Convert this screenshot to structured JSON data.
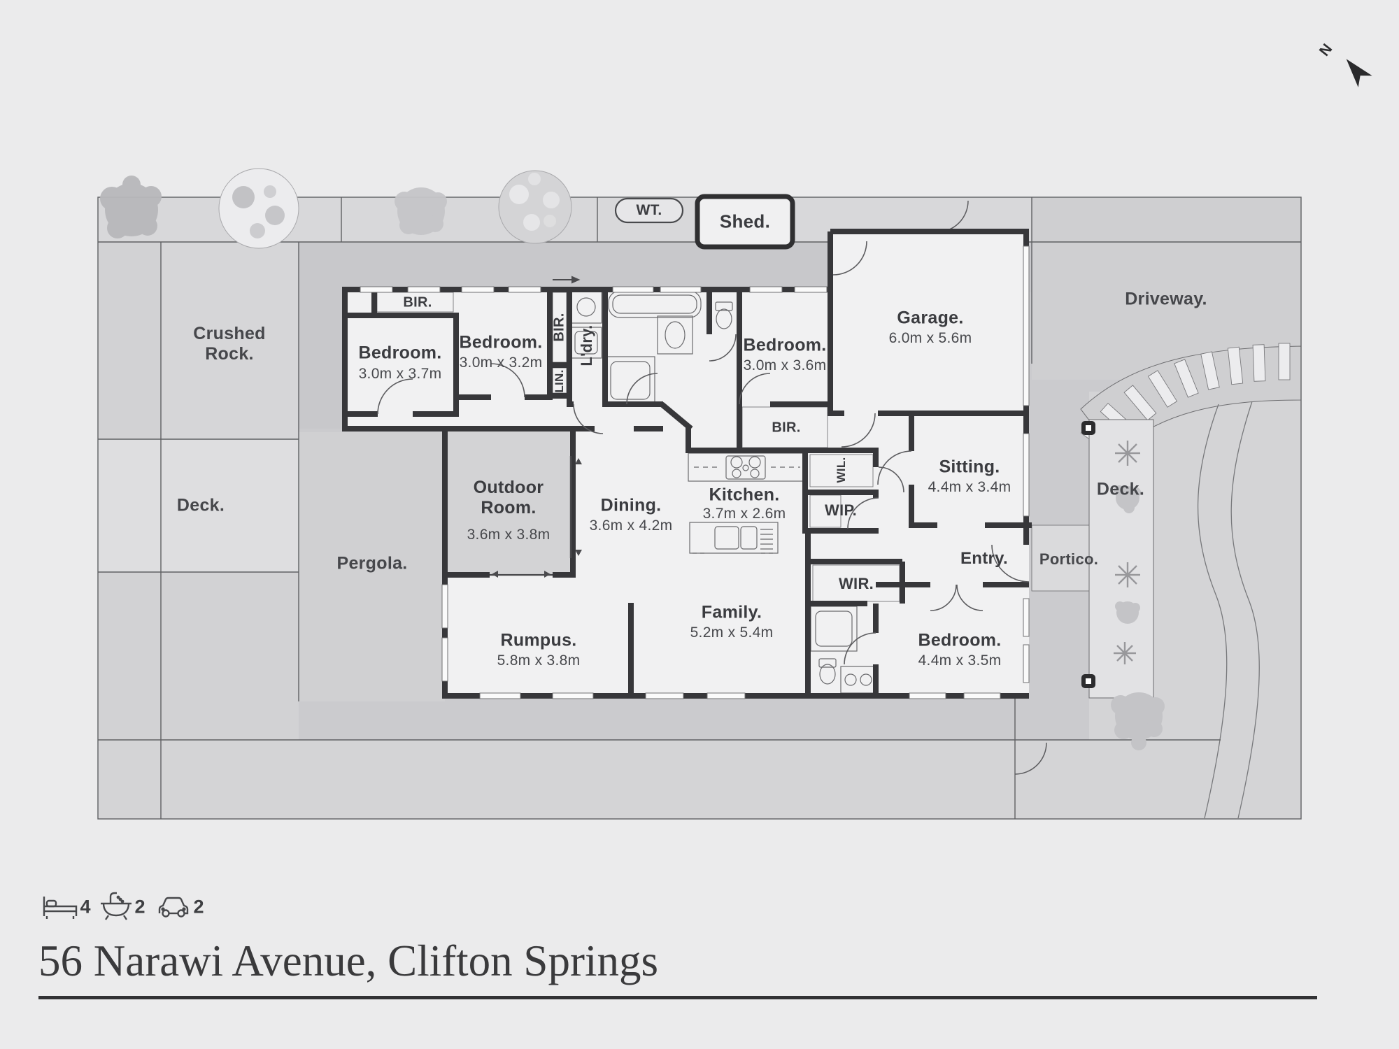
{
  "title": "56 Narawi Avenue, Clifton Springs",
  "compass": {
    "label": "N"
  },
  "summary": {
    "beds": "4",
    "baths": "2",
    "cars": "2"
  },
  "site": {
    "crushed_rock": "Crushed Rock.",
    "deck_left": "Deck.",
    "pergola": "Pergola.",
    "water_tank": "WT.",
    "shed": "Shed.",
    "driveway": "Driveway.",
    "deck_right": "Deck.",
    "portico": "Portico."
  },
  "rooms": {
    "bedroom1": {
      "name": "Bedroom.",
      "dims": "3.0m x 3.7m"
    },
    "bedroom2": {
      "name": "Bedroom.",
      "dims": "3.0m x 3.2m"
    },
    "bedroom3": {
      "name": "Bedroom.",
      "dims": "3.0m x 3.6m"
    },
    "bedroom4": {
      "name": "Bedroom.",
      "dims": "4.4m x 3.5m"
    },
    "garage": {
      "name": "Garage.",
      "dims": "6.0m x 5.6m"
    },
    "sitting": {
      "name": "Sitting.",
      "dims": "4.4m x 3.4m"
    },
    "kitchen": {
      "name": "Kitchen.",
      "dims": "3.7m x 2.6m"
    },
    "dining": {
      "name": "Dining.",
      "dims": "3.6m x 4.2m"
    },
    "family": {
      "name": "Family.",
      "dims": "5.2m x 5.4m"
    },
    "rumpus": {
      "name": "Rumpus.",
      "dims": "5.8m x 3.8m"
    },
    "outdoor": {
      "name": "Outdoor Room.",
      "dims": "3.6m x 3.8m"
    }
  },
  "closets": {
    "bir1": "BIR.",
    "bir2": "BIR.",
    "bir3": "BIR.",
    "linen": "LIN.",
    "laundry": "L'dry.",
    "wil": "WIL.",
    "wip": "WIP.",
    "wir": "WIR.",
    "entry": "Entry."
  },
  "colors": {
    "wall": "#37373a",
    "site_base": "#cbcbce",
    "room_fill": "#f1f1f2",
    "label": "#3b3c40",
    "boundary": "#5f6063"
  }
}
